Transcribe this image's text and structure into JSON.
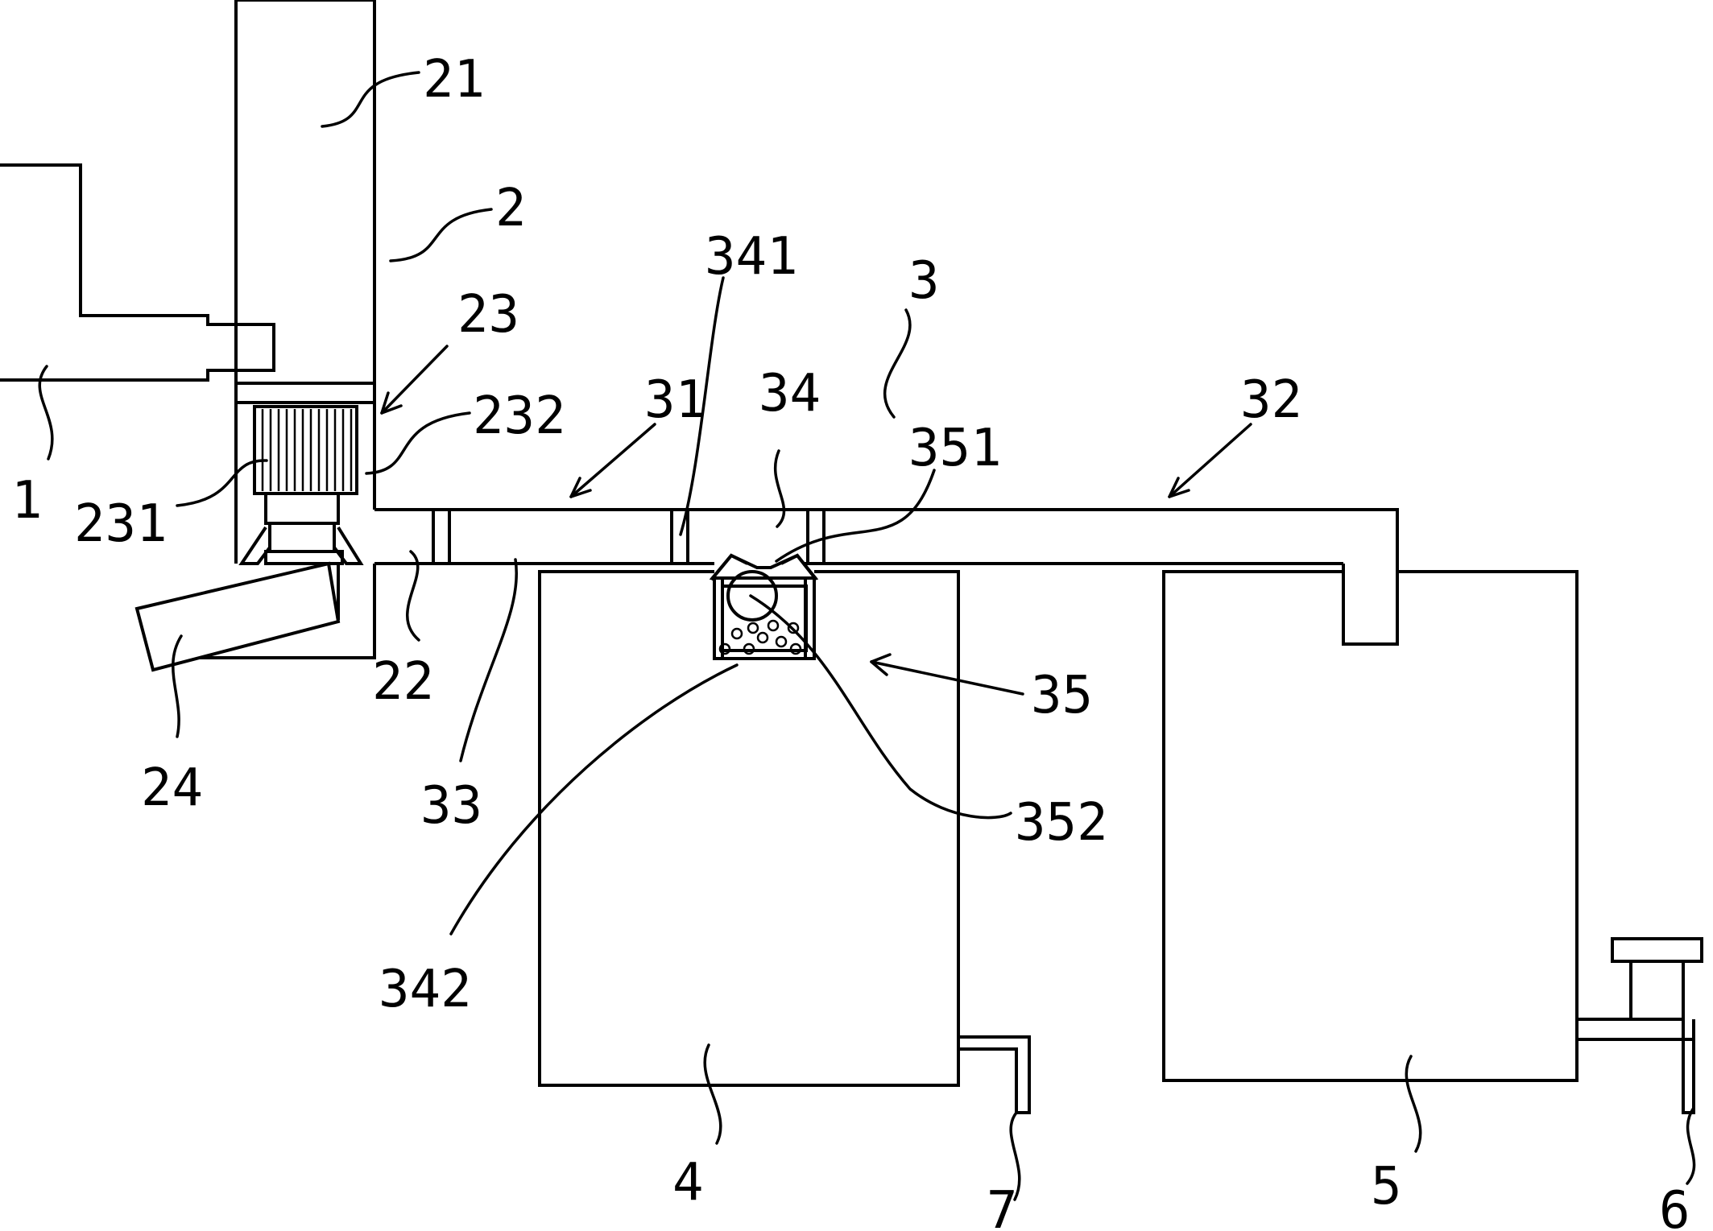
{
  "labels": [
    {
      "id": "1",
      "text": "1"
    },
    {
      "id": "2",
      "text": "2"
    },
    {
      "id": "21",
      "text": "21"
    },
    {
      "id": "22",
      "text": "22"
    },
    {
      "id": "23",
      "text": "23"
    },
    {
      "id": "231",
      "text": "231"
    },
    {
      "id": "232",
      "text": "232"
    },
    {
      "id": "24",
      "text": "24"
    },
    {
      "id": "3",
      "text": "3"
    },
    {
      "id": "31",
      "text": "31"
    },
    {
      "id": "32",
      "text": "32"
    },
    {
      "id": "33",
      "text": "33"
    },
    {
      "id": "34",
      "text": "34"
    },
    {
      "id": "341",
      "text": "341"
    },
    {
      "id": "342",
      "text": "342"
    },
    {
      "id": "35",
      "text": "35"
    },
    {
      "id": "351",
      "text": "351"
    },
    {
      "id": "352",
      "text": "352"
    },
    {
      "id": "4",
      "text": "4"
    },
    {
      "id": "5",
      "text": "5"
    },
    {
      "id": "6",
      "text": "6"
    },
    {
      "id": "7",
      "text": "7"
    }
  ]
}
